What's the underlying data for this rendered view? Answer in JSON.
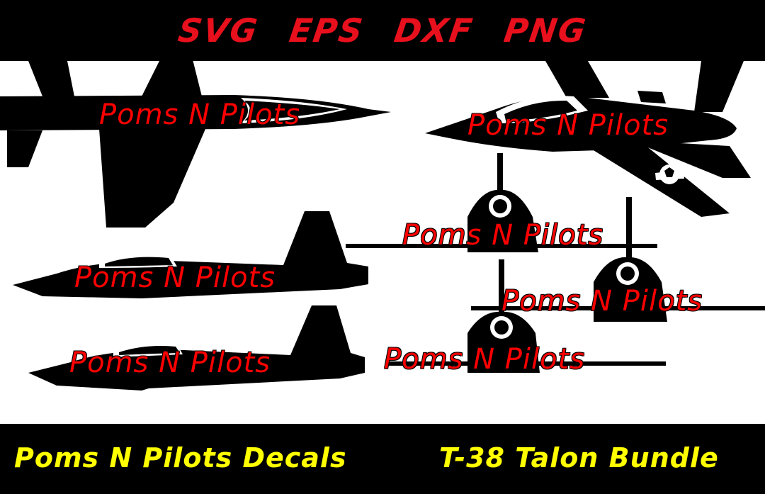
{
  "header": {
    "formats": [
      "SVG",
      "EPS",
      "DXF",
      "PNG"
    ]
  },
  "watermark": "Poms N Pilots",
  "footer": {
    "left": "Poms N Pilots Decals",
    "right": "T-38 Talon Bundle"
  },
  "colors": {
    "band": "#000000",
    "format_text": "#e8101c",
    "footer_text": "#ffff00",
    "watermark": "#ff0000",
    "silhouette": "#000000"
  },
  "icons": [
    "t38-top-view-silhouette",
    "t38-banking-silhouette",
    "t38-side-view-silhouette",
    "t38-front-view-silhouette",
    "roundel-icon"
  ]
}
